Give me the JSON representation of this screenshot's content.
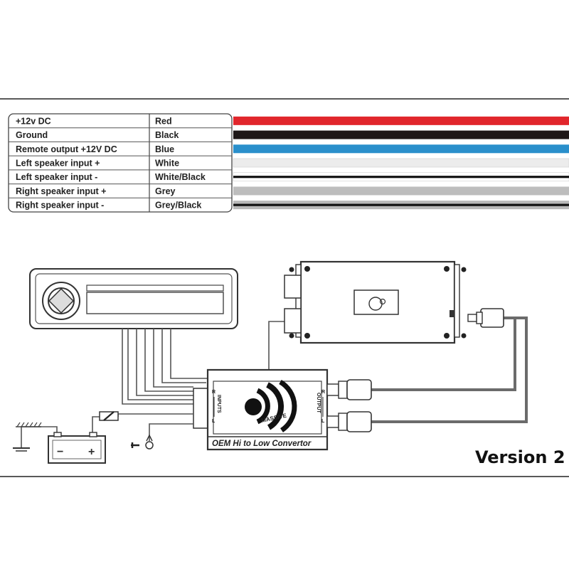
{
  "wire_table": [
    {
      "function": "+12v DC",
      "color_name": "Red",
      "hex": "#e1262c"
    },
    {
      "function": "Ground",
      "color_name": "Black",
      "hex": "#1e1717"
    },
    {
      "function": "Remote output +12V DC",
      "color_name": "Blue",
      "hex": "#2a8fcb"
    },
    {
      "function": "Left speaker input +",
      "color_name": "White",
      "hex": "#ececec"
    },
    {
      "function": "Left speaker input -",
      "color_name": "White/Black",
      "hex": "#ffffff",
      "stripe": "#111111"
    },
    {
      "function": "Right speaker input +",
      "color_name": "Grey",
      "hex": "#bdbdbd"
    },
    {
      "function": "Right speaker input -",
      "color_name": "Grey/Black",
      "hex": "#b9b9b9",
      "stripe": "#111111"
    }
  ],
  "converter": {
    "label": "OEM Hi to Low Convertor",
    "inputs_label": "INPUTS",
    "outputs_label": "OUTPUT",
    "r": "R",
    "l": "L",
    "brand": "MASSIVE"
  },
  "battery": {
    "minus": "−",
    "plus": "+"
  },
  "version": "Version 2"
}
